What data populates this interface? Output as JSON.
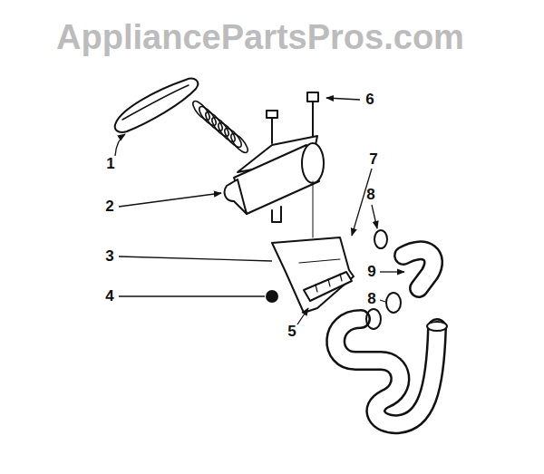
{
  "diagram": {
    "labels": [
      "AppliancePartsPros.com",
      "6",
      "7",
      "1",
      "2",
      "8",
      "3",
      "9",
      "4",
      "8",
      "5"
    ]
  }
}
